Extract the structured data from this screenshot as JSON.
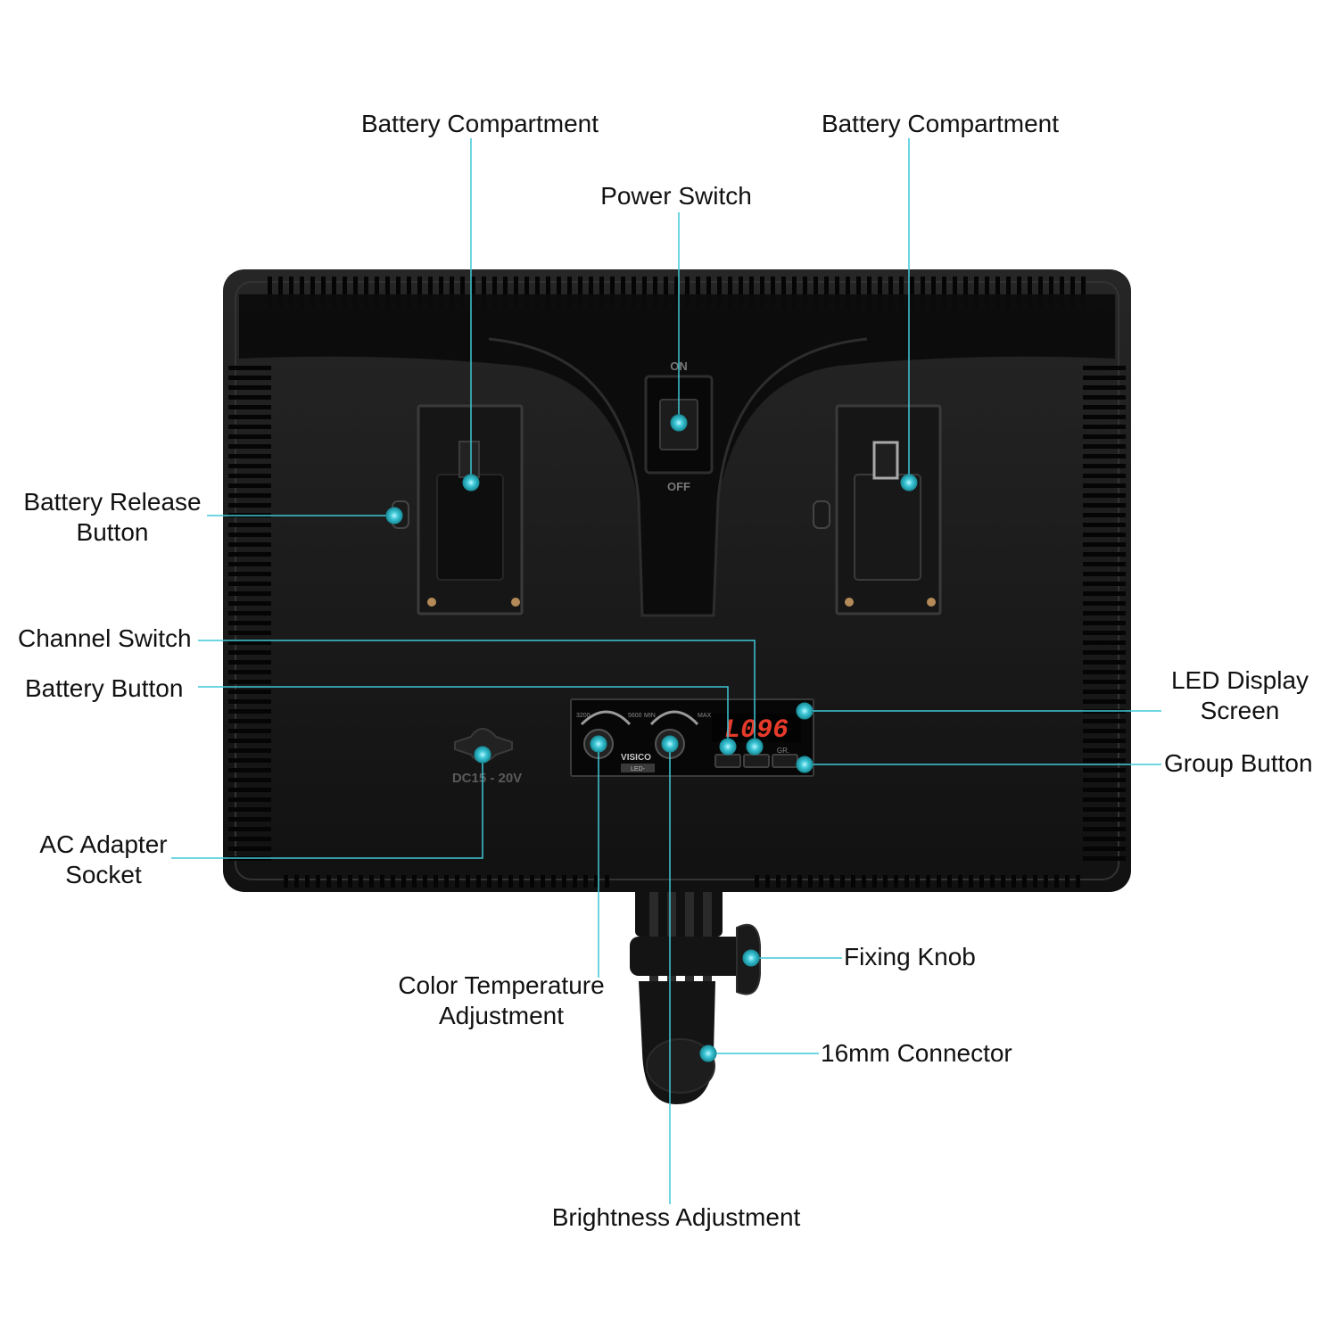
{
  "accent_color": "#3ec8d8",
  "device": {
    "switch_on": "ON",
    "switch_off": "OFF",
    "brand": "VISICO",
    "model": "LED-",
    "display_value": "L096",
    "dial_ct_min": "3200",
    "dial_ct_max": "5600",
    "dial_br_min": "MIN",
    "dial_br_max": "MAX",
    "group_button_label": "GR.",
    "dc_label": "DC15 - 20V"
  },
  "labels": {
    "battery_compartment_left": "Battery Compartment",
    "battery_compartment_right": "Battery Compartment",
    "power_switch": "Power Switch",
    "battery_release_line1": "Battery Release",
    "battery_release_line2": "Button",
    "channel_switch": "Channel Switch",
    "battery_button": "Battery Button",
    "led_display_line1": "LED Display",
    "led_display_line2": "Screen",
    "group_button": "Group Button",
    "ac_adapter_line1": "AC Adapter",
    "ac_adapter_line2": "Socket",
    "fixing_knob": "Fixing Knob",
    "color_temp_line1": "Color Temperature",
    "color_temp_line2": "Adjustment",
    "connector": "16mm Connector",
    "brightness": "Brightness Adjustment"
  }
}
